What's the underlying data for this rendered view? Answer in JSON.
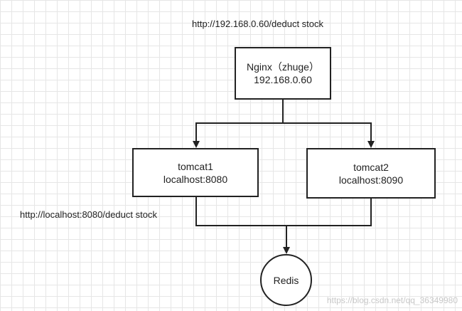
{
  "diagram": {
    "top_url": "http://192.168.0.60/deduct stock",
    "nginx": {
      "line1": "Nginx（zhuge）",
      "line2": "192.168.0.60"
    },
    "tomcat1": {
      "line1": "tomcat1",
      "line2": "localhost:8080"
    },
    "tomcat2": {
      "line1": "tomcat2",
      "line2": "localhost:8090"
    },
    "tomcat_url": "http://localhost:8080/deduct stock",
    "redis": "Redis",
    "watermark": "https://blog.csdn.net/qq_36349980"
  },
  "colors": {
    "line": "#222222",
    "grid": "#e6e6e6",
    "watermark": "#c8c8c8"
  }
}
